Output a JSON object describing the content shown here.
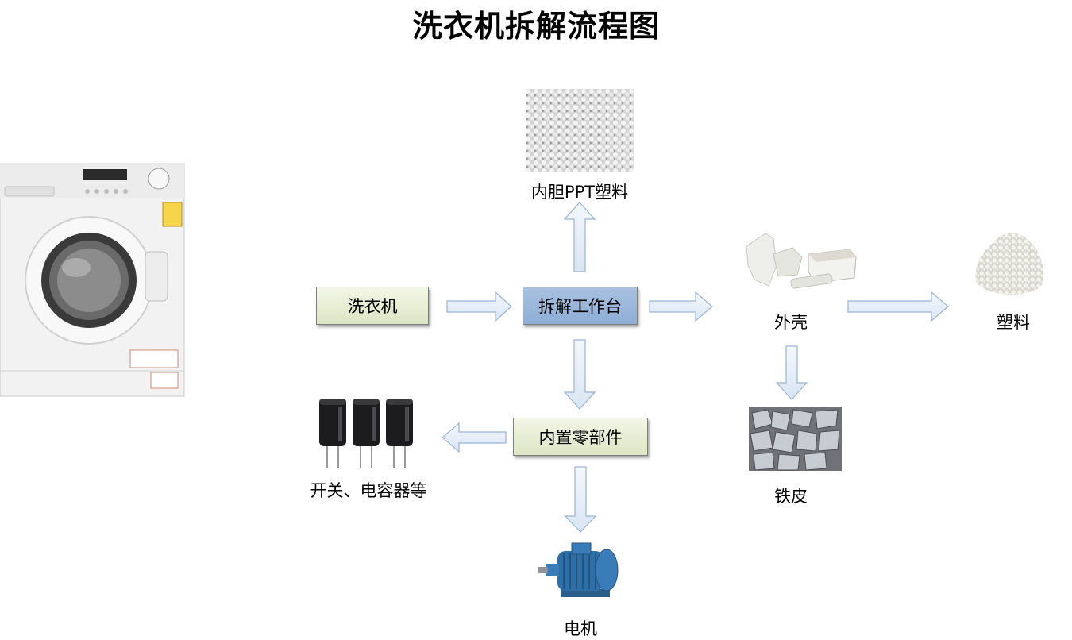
{
  "title": "洗衣机拆解流程图",
  "nodes": {
    "washer": "洗衣机",
    "workbench": "拆解工作台",
    "internal_parts": "内置零部件"
  },
  "outputs": {
    "liner_plastic": "内胆PPT塑料",
    "shell": "外壳",
    "plastic": "塑料",
    "iron_sheet": "铁皮",
    "switch_capacitor": "开关、电容器等",
    "motor": "电机"
  },
  "colors": {
    "arrow_fill": "#e4edf8",
    "arrow_stroke": "#9ab4d4",
    "box_green": "#e9eed6",
    "box_blue": "#9db8dd"
  },
  "icons": [
    "washing-machine-icon",
    "plastic-pellets-icon",
    "foam-shell-icon",
    "plastic-granules-icon",
    "iron-scrap-icon",
    "capacitor-icon",
    "motor-icon"
  ]
}
